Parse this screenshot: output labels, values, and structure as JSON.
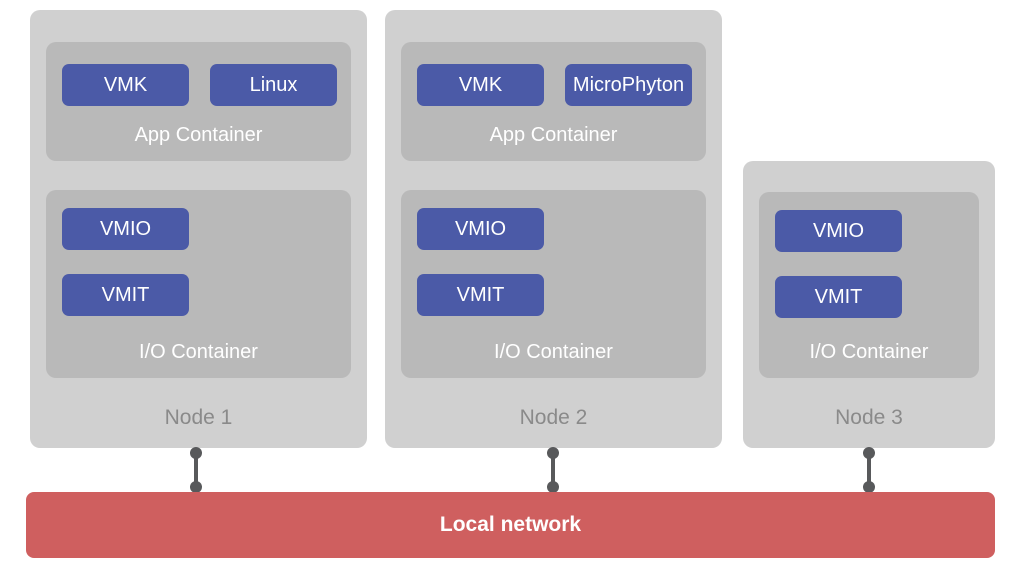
{
  "colors": {
    "node_bg": "#d0d0d0",
    "container_bg": "#b9b9b9",
    "chip_blue": "#4b5aa7",
    "network_red": "#cf5f5f",
    "connector": "#58595b",
    "node_label": "#8a8a8a"
  },
  "nodes": [
    {
      "label": "Node 1",
      "containers": [
        {
          "label": "App Container",
          "items": [
            "VMK",
            "Linux"
          ]
        },
        {
          "label": "I/O Container",
          "items": [
            "VMIO",
            "VMIT"
          ]
        }
      ]
    },
    {
      "label": "Node 2",
      "containers": [
        {
          "label": "App Container",
          "items": [
            "VMK",
            "MicroPhyton"
          ]
        },
        {
          "label": "I/O Container",
          "items": [
            "VMIO",
            "VMIT"
          ]
        }
      ]
    },
    {
      "label": "Node 3",
      "containers": [
        {
          "label": "I/O Container",
          "items": [
            "VMIO",
            "VMIT"
          ]
        }
      ]
    }
  ],
  "network": {
    "label": "Local network"
  }
}
